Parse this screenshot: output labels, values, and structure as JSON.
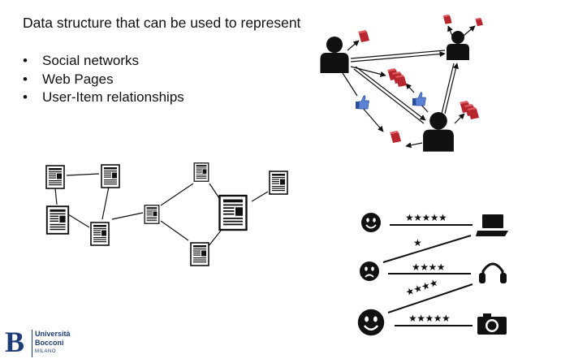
{
  "heading": "Data structure that can be used to represent",
  "bullets": [
    "Social networks",
    "Web Pages",
    "User-Item relationships"
  ],
  "ratings": [
    "★★★★★",
    "★",
    "★★★★",
    "★★★★",
    "★★★★★"
  ],
  "logo": {
    "line1": "Università",
    "line2": "Bocconi",
    "line3": "MILANO"
  },
  "colors": {
    "item_red": "#b8262d",
    "like_blue": "#4a6fc4",
    "ink": "#111111",
    "brand": "#1d3c78"
  },
  "icons": [
    "person-icon",
    "item-box-icon",
    "thumbs-up-icon",
    "web-page-icon",
    "smiley-face-icon",
    "laptop-icon",
    "headphones-icon",
    "camera-icon"
  ]
}
